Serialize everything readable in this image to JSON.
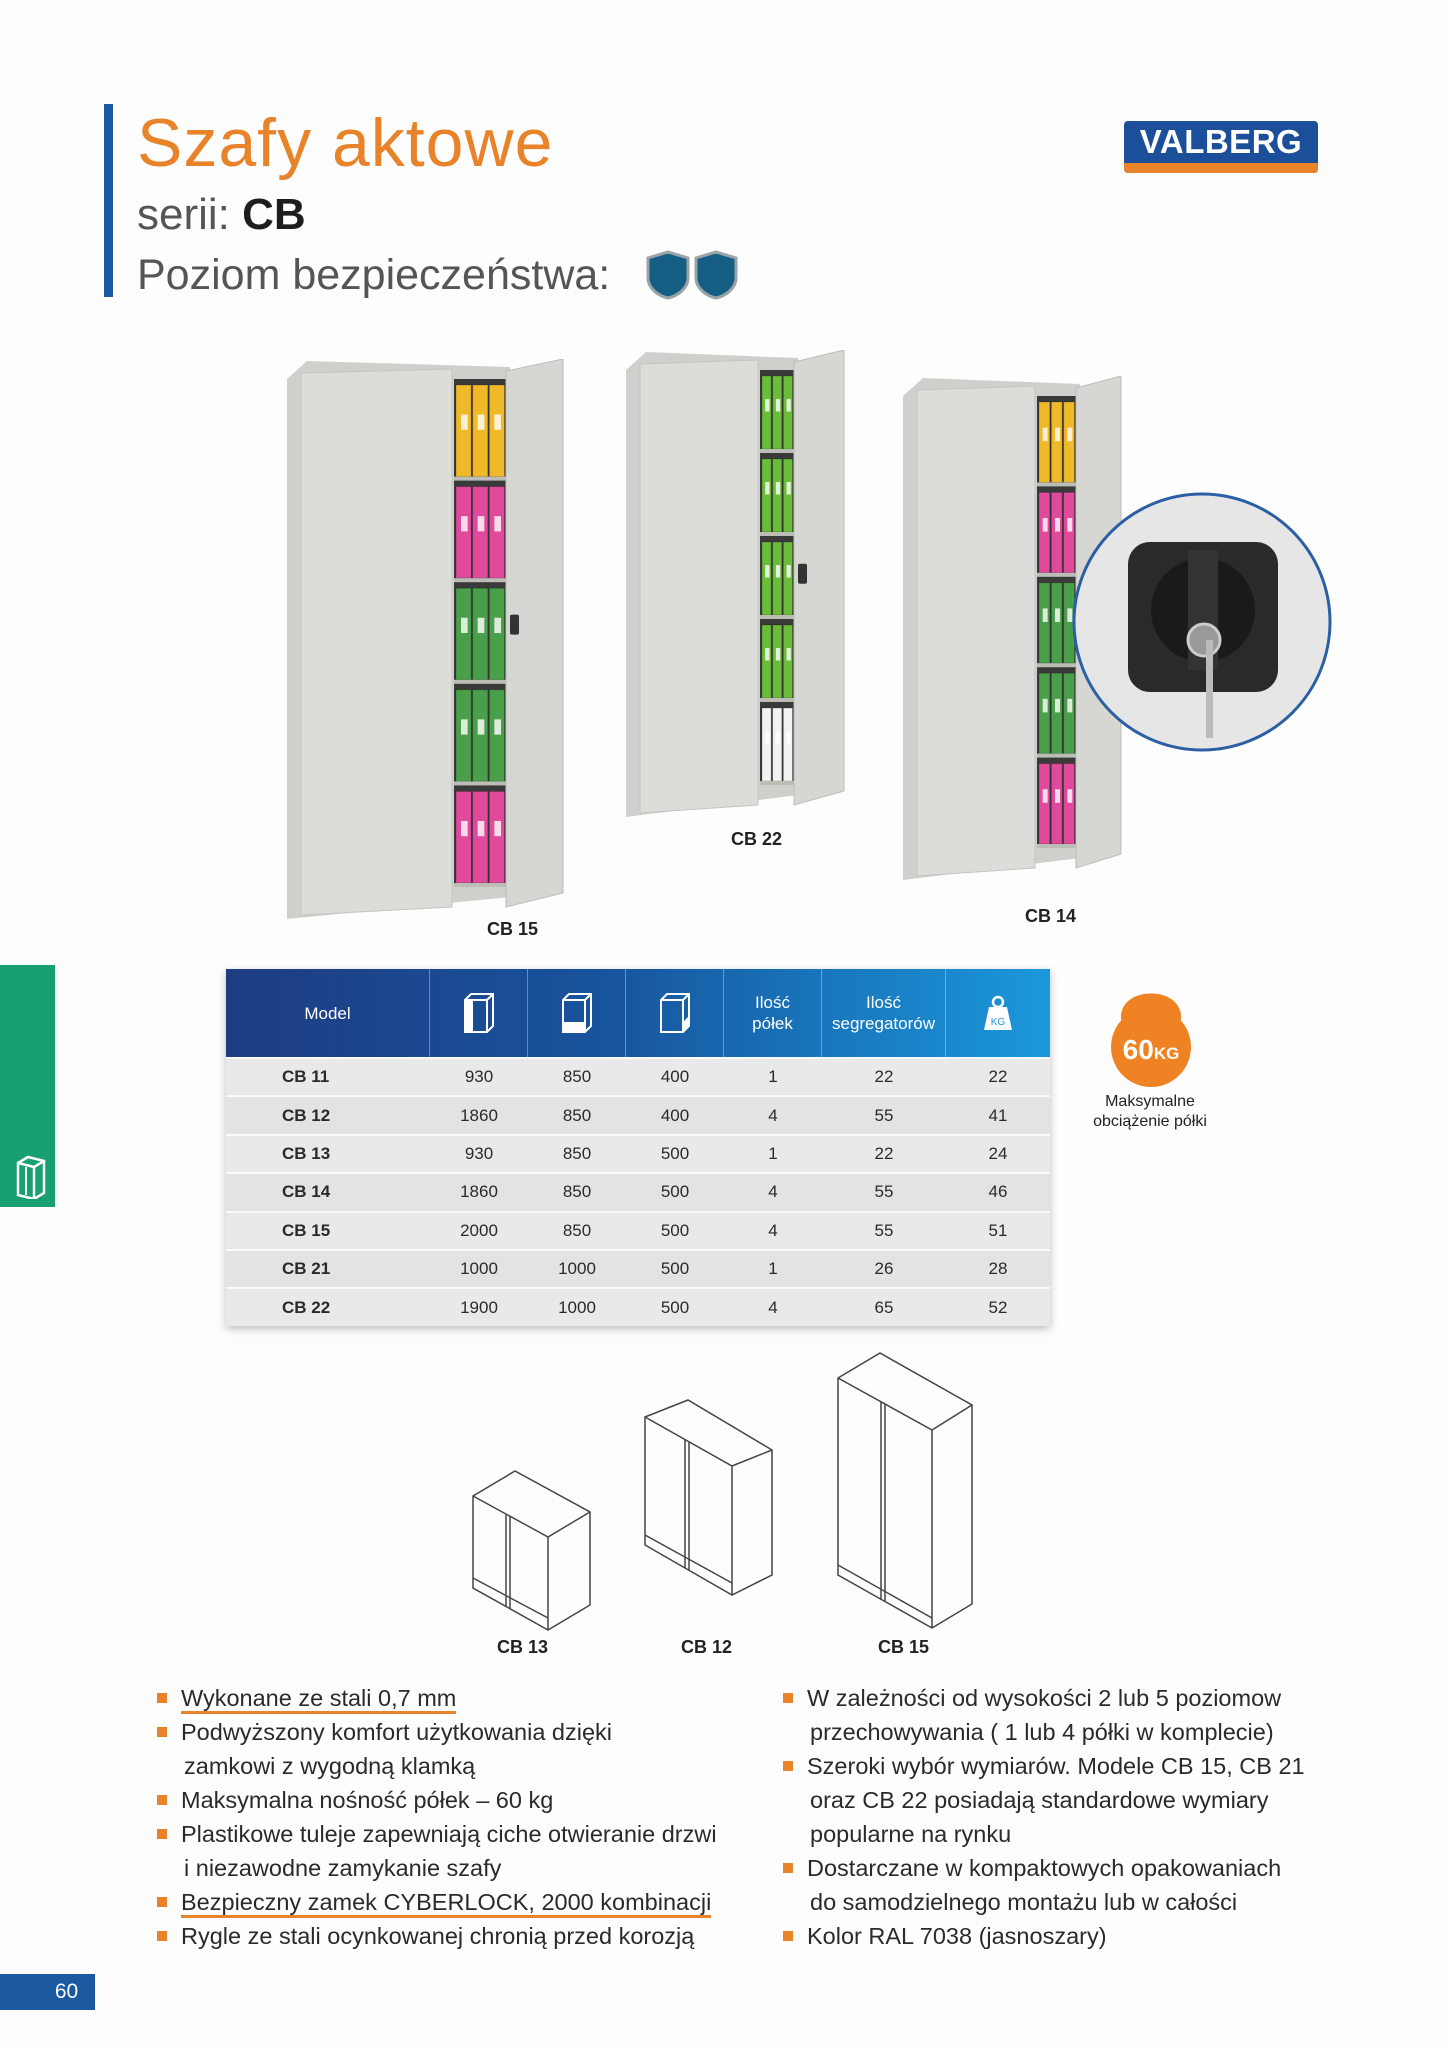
{
  "header": {
    "title": "Szafy aktowe",
    "series_label": "serii:",
    "series_value": "CB",
    "security_label": "Poziom bezpieczeństwa:",
    "security_level": 2
  },
  "brand": {
    "logo": "VALBERG"
  },
  "photos": [
    {
      "label": "CB 15"
    },
    {
      "label": "CB 22"
    },
    {
      "label": "CB 14"
    }
  ],
  "table": {
    "headers": [
      "Model",
      "height-icon",
      "width-icon",
      "depth-icon",
      "Ilość półek",
      "Ilość segregatorów",
      "weight-kg-icon"
    ],
    "weight_icon_text": "KG",
    "rows": [
      [
        "CB 11",
        "930",
        "850",
        "400",
        "1",
        "22",
        "22"
      ],
      [
        "CB 12",
        "1860",
        "850",
        "400",
        "4",
        "55",
        "41"
      ],
      [
        "CB 13",
        "930",
        "850",
        "500",
        "1",
        "22",
        "24"
      ],
      [
        "CB 14",
        "1860",
        "850",
        "500",
        "4",
        "55",
        "46"
      ],
      [
        "CB 15",
        "2000",
        "850",
        "500",
        "4",
        "55",
        "51"
      ],
      [
        "CB 21",
        "1000",
        "1000",
        "500",
        "1",
        "26",
        "28"
      ],
      [
        "CB 22",
        "1900",
        "1000",
        "500",
        "4",
        "65",
        "52"
      ]
    ]
  },
  "max_load": {
    "value": "60",
    "unit": "KG",
    "caption": "Maksymalne obciążenie półki"
  },
  "drawings": [
    {
      "label": "CB 13"
    },
    {
      "label": "CB 12"
    },
    {
      "label": "CB 15"
    }
  ],
  "features_left": [
    {
      "lines": [
        "Wykonane ze stali 0,7 mm"
      ]
    },
    {
      "lines": [
        "Podwyższony komfort użytkowania dzięki",
        "zamkowi z wygodną klamką"
      ]
    },
    {
      "lines": [
        "Maksymalna nośność półek – 60 kg"
      ]
    },
    {
      "lines": [
        "Plastikowe tuleje zapewniają ciche otwieranie drzwi",
        "i niezawodne zamykanie szafy"
      ]
    },
    {
      "lines": [
        "Bezpieczny zamek CYBERLOCK, 2000 kombinacji"
      ]
    },
    {
      "lines": [
        "Rygle ze stali ocynkowanej chronią przed korozją"
      ]
    }
  ],
  "features_right": [
    {
      "lines": [
        "W zależności od wysokości 2 lub 5 poziomow",
        "przechowywania ( 1 lub 4 półki w komplecie)"
      ]
    },
    {
      "lines": [
        "Szeroki wybór wymiarów. Modele CB 15, CB 21",
        "oraz CB 22 posiadają standardowe wymiary",
        "popularne na rynku"
      ]
    },
    {
      "lines": [
        "Dostarczane w kompaktowych opakowaniach",
        "do samodzielnego montażu lub w całości"
      ]
    },
    {
      "lines": [
        "Kolor RAL 7038 (jasnoszary)"
      ]
    }
  ],
  "page_number": "60",
  "colors": {
    "accent": "#e8832a",
    "brand_blue": "#1b5aa0",
    "side_tab": "#18a070",
    "shield": "#155f85"
  }
}
